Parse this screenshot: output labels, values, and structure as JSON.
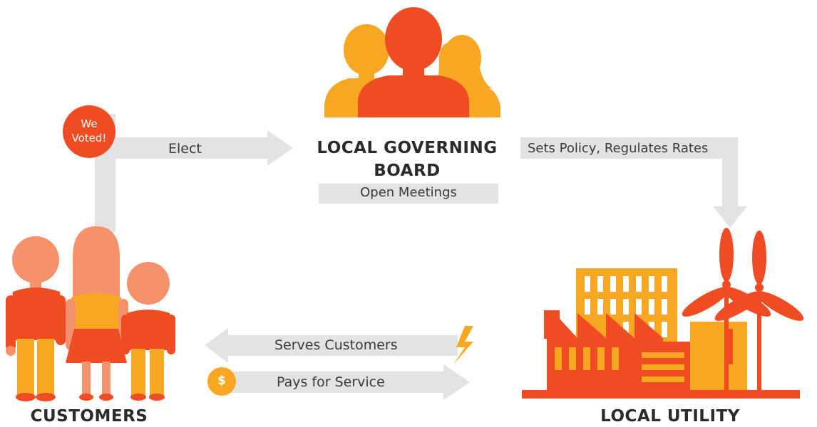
{
  "colors": {
    "accent_red": "#ef4c23",
    "accent_orange": "#f8a722",
    "skin": "#f6926b",
    "arrow_gray": "#e3e3e4",
    "text": "#2b2b2b"
  },
  "nodes": {
    "board": {
      "title_line1": "LOCAL GOVERNING",
      "title_line2": "BOARD",
      "tag": "Open Meetings"
    },
    "customers": {
      "title": "CUSTOMERS"
    },
    "utility": {
      "title": "LOCAL UTILITY"
    }
  },
  "badge": {
    "line1": "We",
    "line2": "Voted!"
  },
  "arrows": {
    "elect": "Elect",
    "policy": "Sets Policy, Regulates Rates",
    "serves": "Serves Customers",
    "pays": "Pays for Service"
  },
  "icons": {
    "dollar_symbol": "$",
    "names": [
      "board-members-icon",
      "customers-family-icon",
      "utility-plant-icon",
      "lightning-bolt-icon",
      "dollar-coin-icon",
      "we-voted-badge"
    ]
  }
}
